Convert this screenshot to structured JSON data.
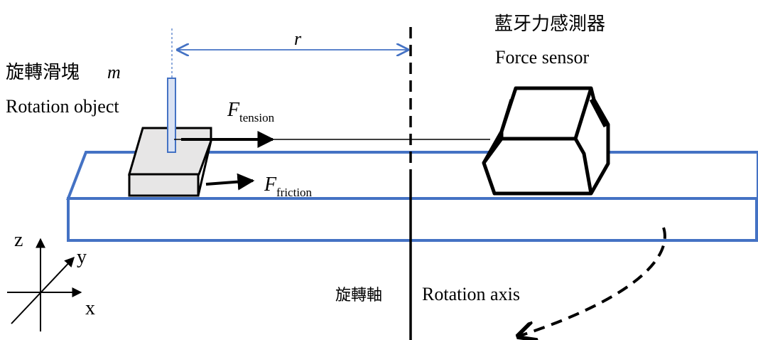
{
  "labels": {
    "sensor_zh": "藍牙力感測器",
    "sensor_en": "Force sensor",
    "object_zh": "旋轉滑塊",
    "object_symbol": "m",
    "object_en": "Rotation object",
    "radius_symbol": "r",
    "tension_symbol": "F",
    "tension_subscript": "tension",
    "friction_symbol": "F",
    "friction_subscript": "friction",
    "axis_zh": "旋轉軸",
    "axis_en": "Rotation axis",
    "axis_z": "z",
    "axis_y": "y",
    "axis_x": "x"
  },
  "colors": {
    "platform": "#4472C4",
    "dimension_line": "#4472C4",
    "block_fill": "#E7E6E6",
    "pin_fill": "#D9E2F3",
    "ink": "#000000"
  }
}
